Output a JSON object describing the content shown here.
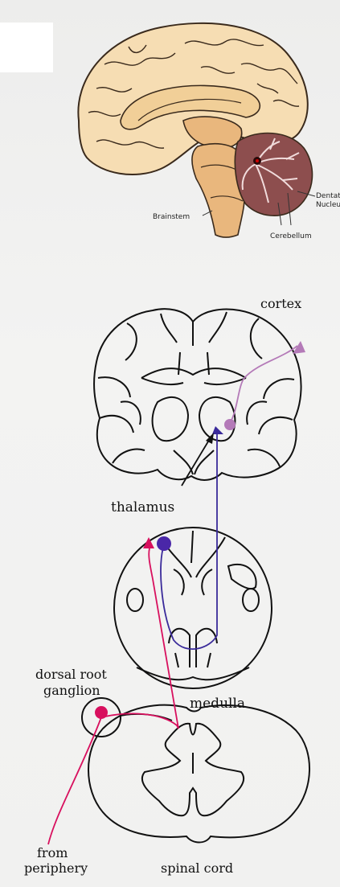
{
  "brain_sagittal": {
    "labels": {
      "brainstem": "Brainstem",
      "cerebellum": "Cerebellum",
      "dentate_line1": "Dentate",
      "dentate_line2": "Nucleus"
    },
    "colors": {
      "cerebrum_fill": "#f6ddb3",
      "brainstem_fill": "#e9b77d",
      "cerebellum_fill": "#8d4e4e",
      "outline": "#3a2a1c"
    }
  },
  "pathway_diagram": {
    "labels": {
      "cortex": "cortex",
      "thalamus": "thalamus",
      "medulla": "medulla",
      "dorsal_root_line1": "dorsal root",
      "dorsal_root_line2": "ganglion",
      "from_line1": "from",
      "from_line2": "periphery",
      "spinal_cord": "spinal cord"
    },
    "colors": {
      "first_order": "#d8105e",
      "second_order": "#3a2a9a",
      "third_order": "#b47ab8",
      "outline": "#111111"
    }
  }
}
